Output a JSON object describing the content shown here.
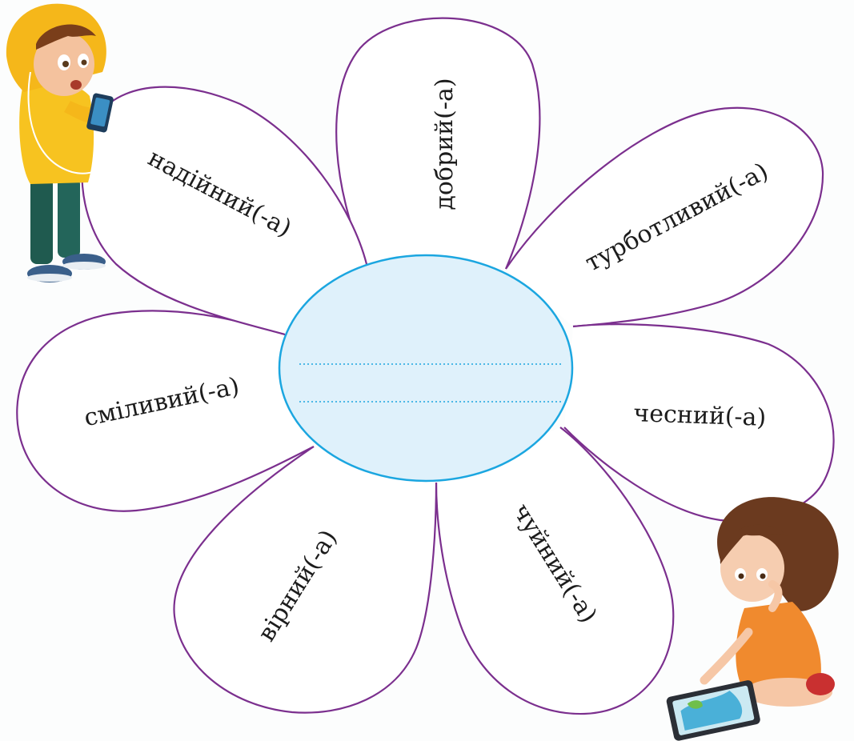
{
  "diagram": {
    "center": {
      "write_lines": 2
    },
    "petals": [
      {
        "id": "dobryi",
        "label": "добрий(-а)"
      },
      {
        "id": "turbotlyvyi",
        "label": "турботливий(-а)"
      },
      {
        "id": "chesnyi",
        "label": "чесний(-а)"
      },
      {
        "id": "chuinyi",
        "label": "чуйний(-а)"
      },
      {
        "id": "virnyi",
        "label": "вірний(-а)"
      },
      {
        "id": "smilyvyi",
        "label": "сміливий(-а)"
      },
      {
        "id": "nadiinyi",
        "label": "надійний(-а)"
      }
    ],
    "colors": {
      "petal_stroke": "#7b2f8e",
      "petal_fill": "#ffffff",
      "center_stroke": "#1ba6e0",
      "center_fill": "#dff1fb",
      "dotted_line": "#1ba6e0"
    },
    "illustrations": {
      "top_left": "boy-with-smartphone-illustration",
      "bottom_right": "girl-with-tablet-illustration"
    }
  }
}
